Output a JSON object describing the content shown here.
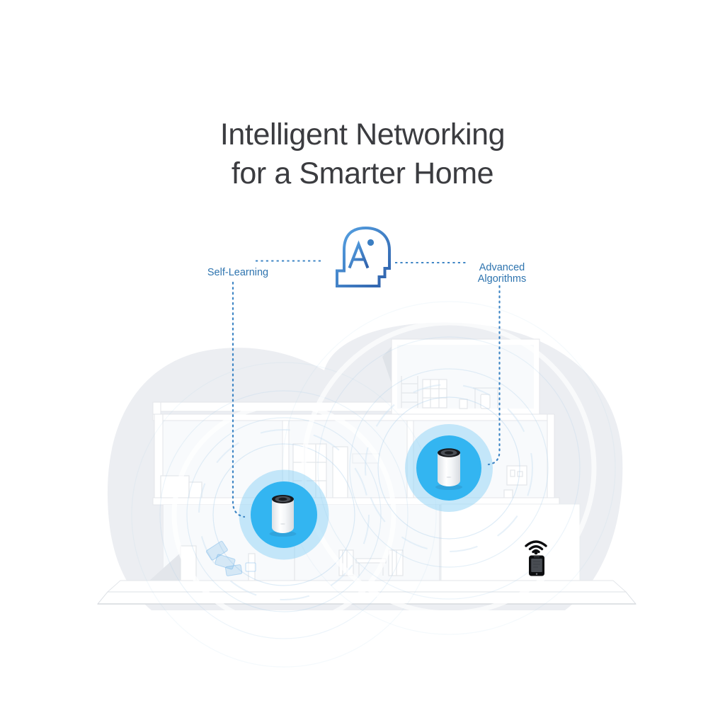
{
  "banner": {
    "title": {
      "line1": "Intelligent Networking",
      "line2": "for a Smarter Home"
    },
    "callouts": {
      "left": {
        "label": "Self-Learning"
      },
      "right": {
        "line1": "Advanced",
        "line2": "Algorithms"
      }
    },
    "icons": {
      "center": "ai-head-icon",
      "mesh_device": "mesh-wifi-unit",
      "client": "smartphone-icon",
      "signal": "wifi-signal-icon"
    },
    "mesh_unit_count": 2
  },
  "colors": {
    "title_text": "#3b3c40",
    "label_blue": "#2e74af",
    "connector_blue": "#3f86c5",
    "ai_blue_light": "#57a4e5",
    "ai_blue_dark": "#2e5fa9",
    "glow_blue": "#33b5f1",
    "halo_blue": "#8ed2f5",
    "cloud_gray": "#eceef2",
    "house_line": "#e3e6ea",
    "ring_blue": "#a9cde9",
    "device_top_dark": "#17181c",
    "ink_black": "#0c0d0f"
  }
}
